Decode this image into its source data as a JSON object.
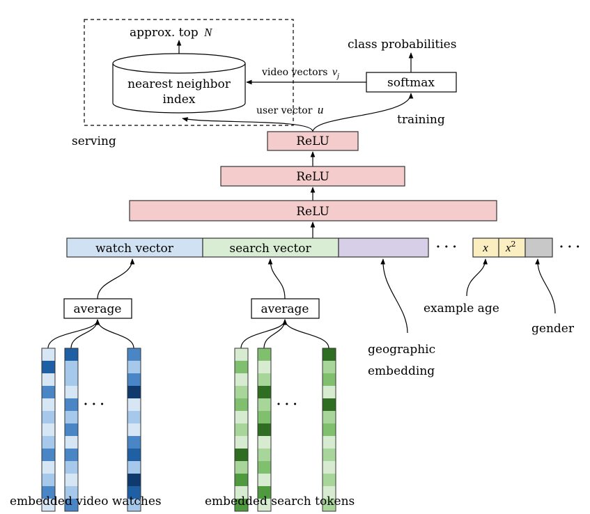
{
  "serving_box": {
    "label": "serving",
    "output_label": "approx. top",
    "output_var": "N",
    "index_line1": "nearest neighbor",
    "index_line2": "index"
  },
  "training": {
    "output_label": "class probabilities",
    "softmax_label": "softmax",
    "label": "training"
  },
  "edges": {
    "video_vectors_label": "video vectors",
    "video_vectors_var": "v",
    "video_vectors_sub": "j",
    "user_vector_label": "user vector",
    "user_vector_var": "u"
  },
  "relu_layers": [
    "ReLU",
    "ReLU",
    "ReLU"
  ],
  "input_vector": {
    "watch_label": "watch vector",
    "search_label": "search vector",
    "watch_color": "#cfe1f2",
    "search_color": "#d9ecd4",
    "geo_color": "#d7cfe8",
    "age_color": "#fbeec0",
    "gender_color": "#c8c8c8",
    "ellipsis": "· · ·",
    "age_x": "x",
    "age_x2": "x",
    "age_x2_exp": "2"
  },
  "features": {
    "geographic_line1": "geographic",
    "geographic_line2": "embedding",
    "example_age": "example age",
    "gender": "gender"
  },
  "aggregation": {
    "watch_average": "average",
    "search_average": "average",
    "ellipsis": "· · ·",
    "watch_caption": "embedded video watches",
    "search_caption": "embedded search tokens"
  },
  "embedding_colors": {
    "watch": [
      [
        "#d6e6f5",
        "#1f5fa3",
        "#d6e6f5",
        "#4a85c5",
        "#d6e6f5",
        "#a6c8ea",
        "#d6e6f5",
        "#a6c8ea",
        "#4a85c5",
        "#d6e6f5",
        "#a6c8ea",
        "#4a85c5",
        "#d6e6f5"
      ],
      [
        "#1f5fa3",
        "#a6c8ea",
        "#a6c8ea",
        "#d6e6f5",
        "#4a85c5",
        "#a6c8ea",
        "#4a85c5",
        "#d6e6f5",
        "#4a85c5",
        "#a6c8ea",
        "#d6e6f5",
        "#a6c8ea",
        "#4a85c5"
      ],
      [
        "#4a85c5",
        "#a6c8ea",
        "#4a85c5",
        "#0e3a6e",
        "#d6e6f5",
        "#a6c8ea",
        "#d6e6f5",
        "#4a85c5",
        "#1f5fa3",
        "#a6c8ea",
        "#0e3a6e",
        "#1f5fa3",
        "#a6c8ea"
      ]
    ],
    "search": [
      [
        "#d6ebd0",
        "#7fbf6e",
        "#d6ebd0",
        "#a8d59a",
        "#7fbf6e",
        "#d6ebd0",
        "#a8d59a",
        "#d6ebd0",
        "#2f6d22",
        "#a8d59a",
        "#4f9a3f",
        "#d6ebd0",
        "#4f9a3f"
      ],
      [
        "#7fbf6e",
        "#d6ebd0",
        "#a8d59a",
        "#2f6d22",
        "#a8d59a",
        "#7fbf6e",
        "#2f6d22",
        "#d6ebd0",
        "#a8d59a",
        "#7fbf6e",
        "#d6ebd0",
        "#4f9a3f",
        "#d6ebd0"
      ],
      [
        "#2f6d22",
        "#a8d59a",
        "#7fbf6e",
        "#d6ebd0",
        "#2f6d22",
        "#a8d59a",
        "#7fbf6e",
        "#d6ebd0",
        "#a8d59a",
        "#d6ebd0",
        "#a8d59a",
        "#d6ebd0",
        "#a8d59a"
      ]
    ]
  }
}
